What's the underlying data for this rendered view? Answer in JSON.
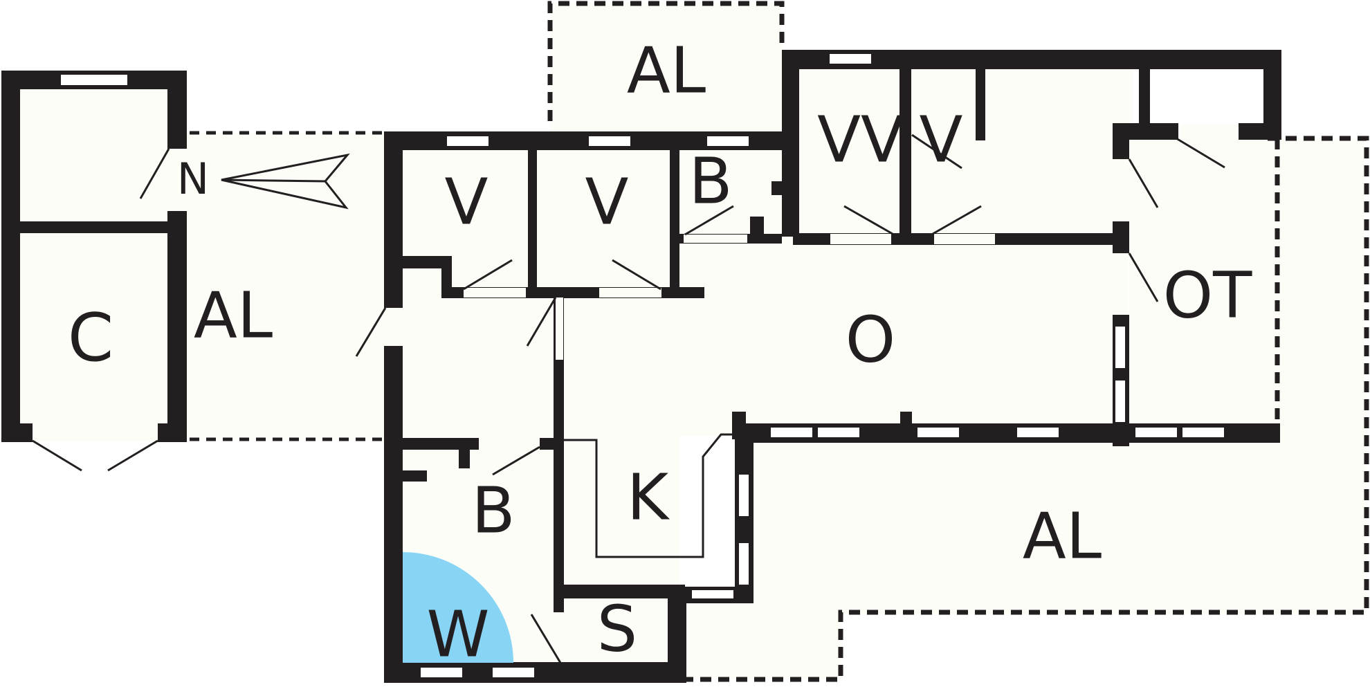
{
  "colors": {
    "wall": "#231f20",
    "floor": "#fcfdf7",
    "window": "#ffffff",
    "washroom_accent": "#87d4f5"
  },
  "rooms": {
    "c": "C",
    "al_left": "AL",
    "al_top": "AL",
    "al_bottom_right": "AL",
    "v1": "V",
    "v2": "V",
    "b_top": "B",
    "vv": "VV",
    "v3": "V",
    "o": "O",
    "ot": "OT",
    "k": "K",
    "b_bottom": "B",
    "w": "W",
    "s": "S"
  },
  "compass": {
    "label": "N"
  }
}
